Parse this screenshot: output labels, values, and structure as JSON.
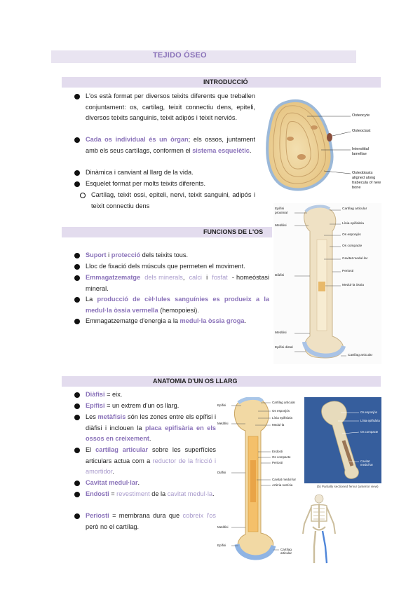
{
  "title": "TEJIDO ÓSEO",
  "sections": {
    "intro": "INTRODUCCIÓ",
    "funcions": "FUNCIONS DE L'OS",
    "anatomia": "ANATOMIA D'UN OS LLARG"
  },
  "intro": {
    "b1": "L'os està format per diversos teixits diferents que treballen conjuntament: os, cartilag, teixit connectiu dens, epiteli, diversos teixits sanguinis, teixit adipós i teixit nerviós.",
    "b2_hl": "Cada os individual és un òrgan",
    "b2_a": "; els ossos, juntament amb els seus cartílags, conformen el ",
    "b2_lt": "sistema esquelètic",
    "b2_end": ".",
    "b3": "Dinàmica i canviant al llarg de la vida.",
    "b4": "Esquelet format per molts teixits diferents.",
    "sub1": "Cartílag, teixit ossi, epiteli, nervi, teixit sanguini, adipós i teixit connectiu dens"
  },
  "funcions": {
    "f1_a": "Suport",
    "f1_b": " i ",
    "f1_c": "protecció",
    "f1_d": " dels teixits tous.",
    "f2": "Lloc de fixació dels músculs que permeten el moviment.",
    "f3_a": "Emmagatzematge",
    "f3_b": "dels minerals",
    "f3_c": ",",
    "f3_d": "calci",
    "f3_e": "i",
    "f3_f": "fosfat",
    "f3_g": "-",
    "f3_h": "homeòstasi mineral.",
    "f4_a": "La ",
    "f4_b": "producció de cèl·lules sanguínies es produeix a la medul·la òssia vermella",
    "f4_c": " (hemopoiesi).",
    "f5_a": "Emmagatzematge d'energia a la ",
    "f5_b": "medul·la òssia groga",
    "f5_c": "."
  },
  "anatomia": {
    "a1_a": "Diàfisi",
    "a1_b": " = eix.",
    "a2_a": "Epífisi",
    "a2_b": " = un extrem d'un os llarg.",
    "a3_a": "Les ",
    "a3_b": "metàfisis",
    "a3_c": " són les zones entre els epífisi i diàfisi i inclouen la ",
    "a3_d": "placa epifisària en els ossos en creixement",
    "a3_e": ".",
    "a4_a": "El ",
    "a4_b": "cartílag articular",
    "a4_c": " sobre les superfícies articulars actua com a ",
    "a4_d": "reductor de la fricció i amortidor",
    "a4_e": ".",
    "a5_a": "Cavitat medul·lar",
    "a5_b": ".",
    "a6_a": "Endosti",
    "a6_b": " = ",
    "a6_c": "revestiment",
    "a6_d": " de la ",
    "a6_e": "cavitat medul·la",
    "a6_f": ".",
    "a7_a": "Periosti",
    "a7_b": " = membrana dura que ",
    "a7_c": "cobreix l'os",
    "a7_d": " però no el cartílag."
  },
  "fig1_labels": [
    "Osteocyte",
    "Osteoclast",
    "Interstitial lamellae",
    "Osteoblasts aligned along trabecula of new bone"
  ],
  "fig2_labels": [
    "Epífisi proximal",
    "Metàfisi",
    "Diàfisi",
    "Metàfisi",
    "Epífisi distal",
    "Cartílag articular",
    "Línia epifisària",
    "Os esponjós",
    "Os compacte",
    "Cavitat medul·lar",
    "Periosti",
    "Medul·la òssia",
    "Cartílag articular"
  ],
  "fig3_labels": [
    "Epífisi",
    "Metàfisi",
    "Diàfisi",
    "Metàfisi",
    "Epífisi",
    "Cartílag articular",
    "Os esponjós",
    "Línia epifisària",
    "Medul·la",
    "Endosti",
    "Os compacte",
    "Periosti",
    "Cavitat medul·lar",
    "Artèria nutrícia",
    "Cartílag articular"
  ],
  "fig4_caption": "(b) Partially sectioned femur (anterior view)",
  "fig4_labels": [
    "Os esponjós",
    "Línia epifisària",
    "Os compacte",
    "Cavitat medul·lar"
  ]
}
